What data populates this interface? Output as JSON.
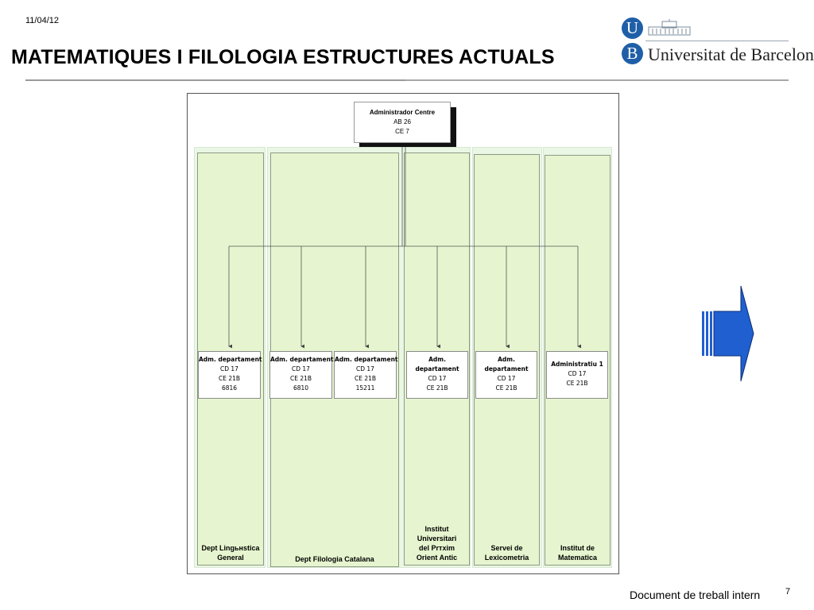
{
  "header": {
    "date": "11/04/12",
    "title": "MATEMATIQUES I FILOLOGIA ESTRUCTURES ACTUALS"
  },
  "logo": {
    "letter_u": "U",
    "letter_b": "B",
    "name": "Universitat de Barcelona",
    "color": "#1f5fa8"
  },
  "footer": {
    "text": "Document de treball intern",
    "page": "7"
  },
  "org": {
    "top": {
      "title": "Administrador Centre",
      "lines": [
        "AB 26",
        "CE 7"
      ]
    },
    "columns": [
      {
        "label": "Dept Lingьнstica\nGeneral"
      },
      {
        "label": "Dept Filologia Catalana"
      },
      {
        "label": "Institut\nUniversitari\ndel Prтхim\nOrient Antic"
      },
      {
        "label": "Servei de\nLexicometria"
      },
      {
        "label": "Institut de\nMatematica"
      }
    ],
    "cards": [
      {
        "title": "Adm. departament",
        "lines": [
          "CD 17",
          "CE 21B",
          "6816"
        ]
      },
      {
        "title": "Adm. departament",
        "lines": [
          "CD 17",
          "CE 21B",
          "6810"
        ]
      },
      {
        "title": "Adm. departament",
        "lines": [
          "CD 17",
          "CE 21B",
          "15211"
        ]
      },
      {
        "title": "Adm.\ndepartament",
        "lines": [
          "CD 17",
          "CE 21B"
        ]
      },
      {
        "title": "Adm.\ndepartament",
        "lines": [
          "CD 17",
          "CE 21B"
        ]
      },
      {
        "title": "Administratiu 1",
        "lines": [
          "CD 17",
          "CE 21B"
        ]
      }
    ],
    "colors": {
      "column_fill": "#e6f5cf",
      "arrow": "#1f5fd0"
    }
  }
}
